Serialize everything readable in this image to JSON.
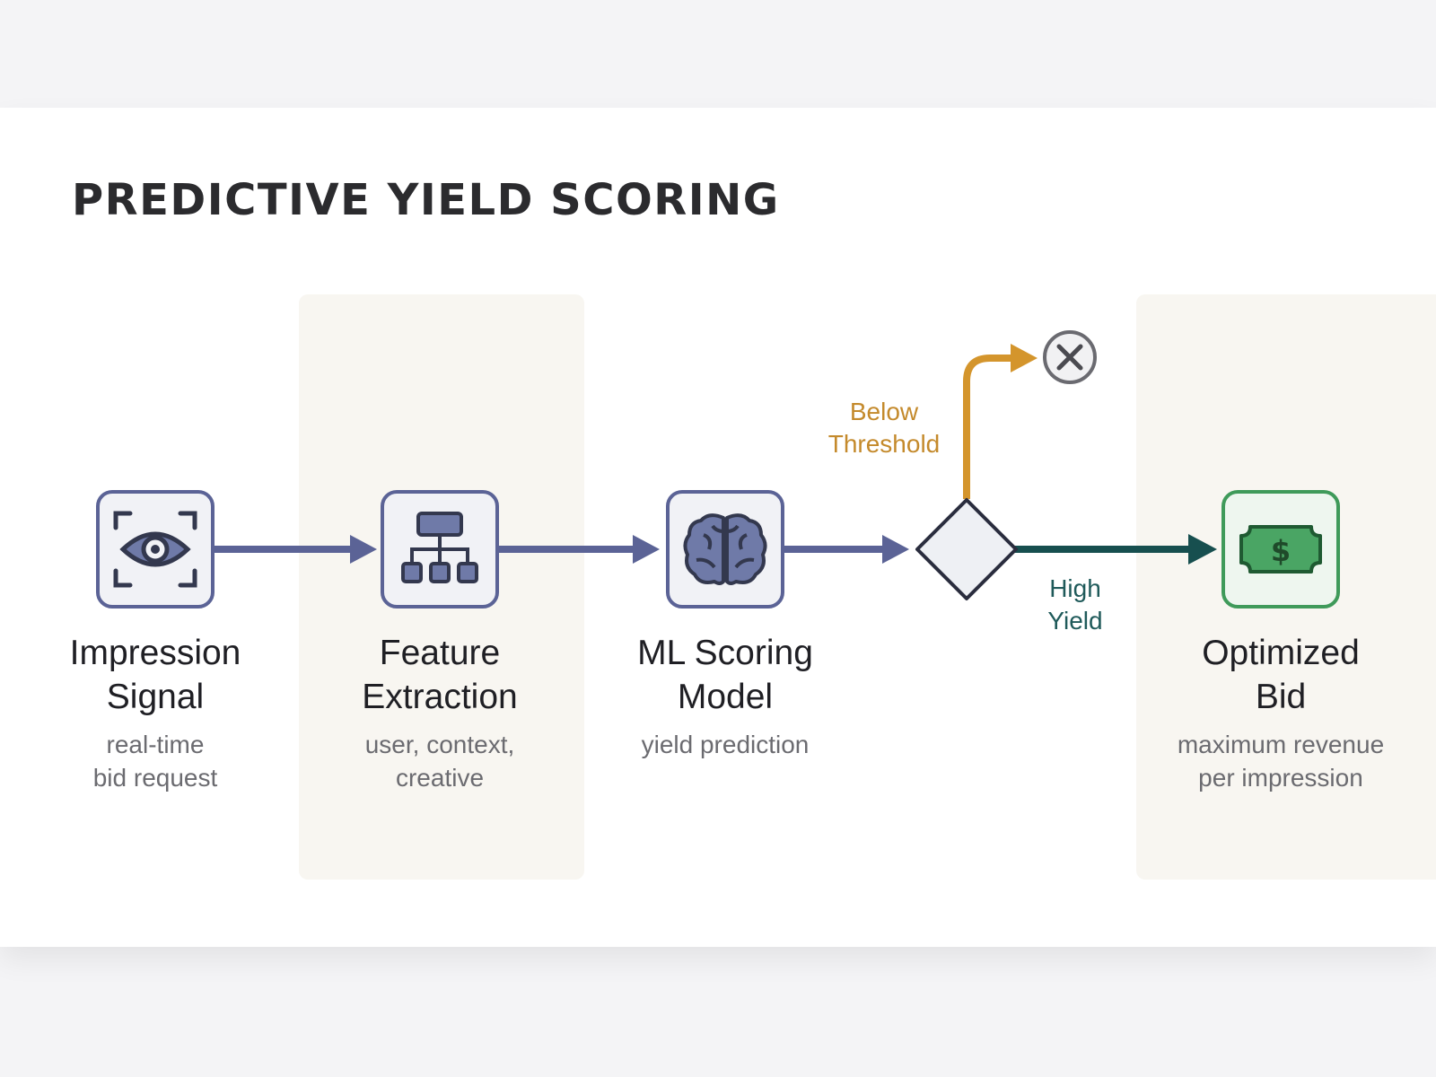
{
  "title": "PREDICTIVE YIELD SCORING",
  "colors": {
    "flow": "#5b6396",
    "decision_reject": "#d4952c",
    "decision_accept": "#174f4f",
    "success": "#3f9a5a",
    "icon_fill": "#6f7aa8"
  },
  "nodes": [
    {
      "id": "impression",
      "icon": "eye-scan-icon",
      "label": "Impression\nSignal",
      "sub": "real-time\nbid request"
    },
    {
      "id": "feature",
      "icon": "hierarchy-icon",
      "label": "Feature\nExtraction",
      "sub": "user, context,\ncreative"
    },
    {
      "id": "ml",
      "icon": "brain-icon",
      "label": "ML Scoring\nModel",
      "sub": "yield prediction"
    },
    {
      "id": "bid",
      "icon": "dollar-bill-icon",
      "label": "Optimized\nBid",
      "sub": "maximum revenue\nper impression"
    }
  ],
  "decision": {
    "reject_label": "Below\nThreshold",
    "accept_label": "High\nYield",
    "reject_icon": "close-circle-icon"
  }
}
